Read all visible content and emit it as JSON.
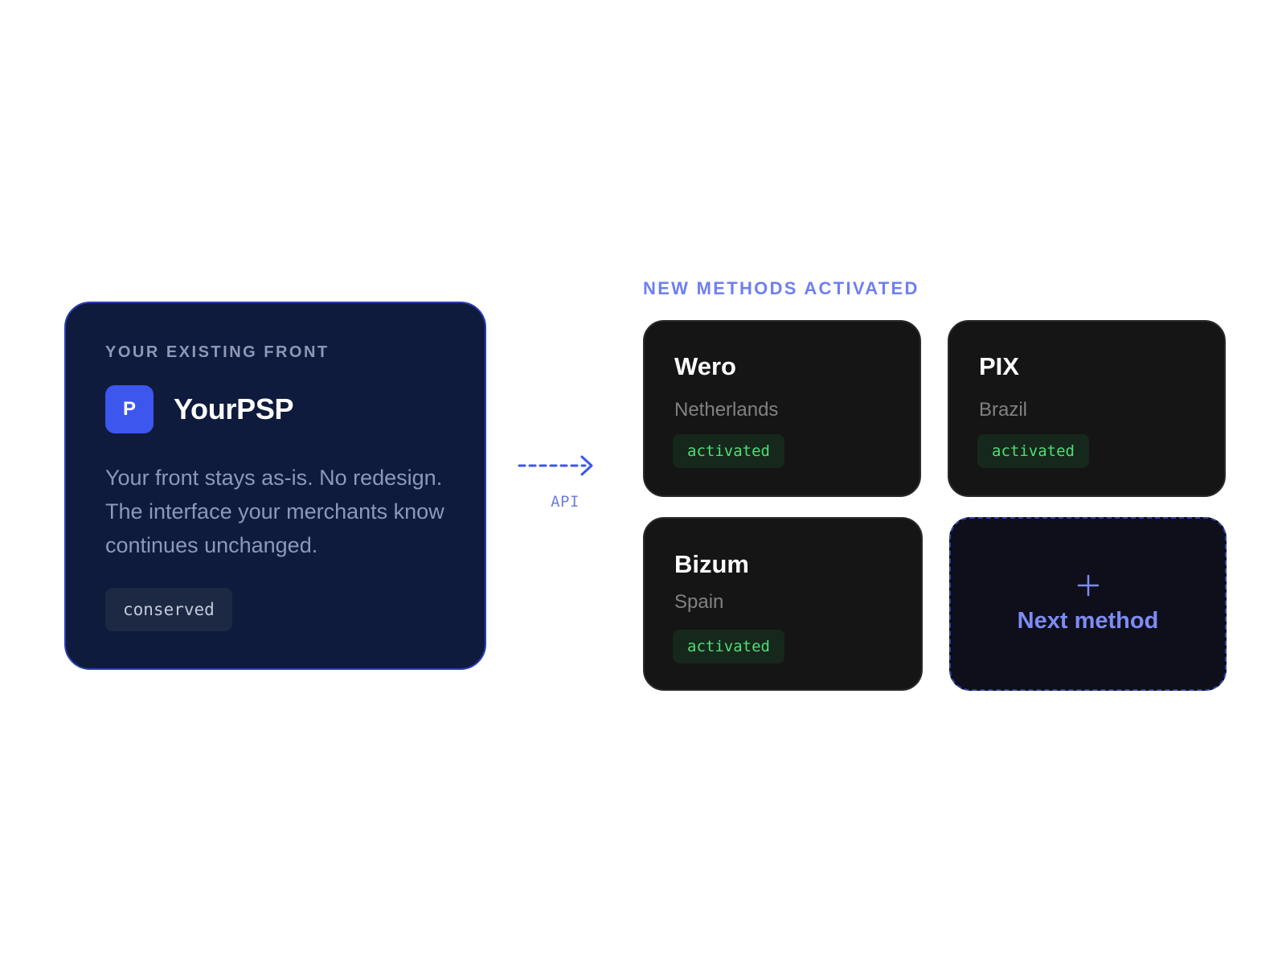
{
  "front": {
    "eyebrow": "YOUR EXISTING FRONT",
    "logo_letter": "P",
    "brand_name": "YourPSP",
    "description_lines": [
      "Your front stays as-is. No redesign.",
      "The interface your merchants know",
      "continues unchanged."
    ],
    "badge": "conserved"
  },
  "connector": {
    "label": "API",
    "icon": "dashed-arrow-right-icon"
  },
  "methods": {
    "heading": "NEW METHODS ACTIVATED",
    "items": [
      {
        "name": "Wero",
        "country": "Netherlands",
        "status": "activated"
      },
      {
        "name": "PIX",
        "country": "Brazil",
        "status": "activated"
      },
      {
        "name": "Bizum",
        "country": "Spain",
        "status": "activated"
      }
    ],
    "next": {
      "icon": "plus-icon",
      "label": "Next method"
    }
  },
  "colors": {
    "front_background": "#0f1b3d",
    "front_border": "#2a3fb4",
    "brand_accent": "#3d56ee",
    "method_background": "#151515",
    "status_green": "#4ddf76",
    "highlight_blue": "#6e7ff1"
  }
}
